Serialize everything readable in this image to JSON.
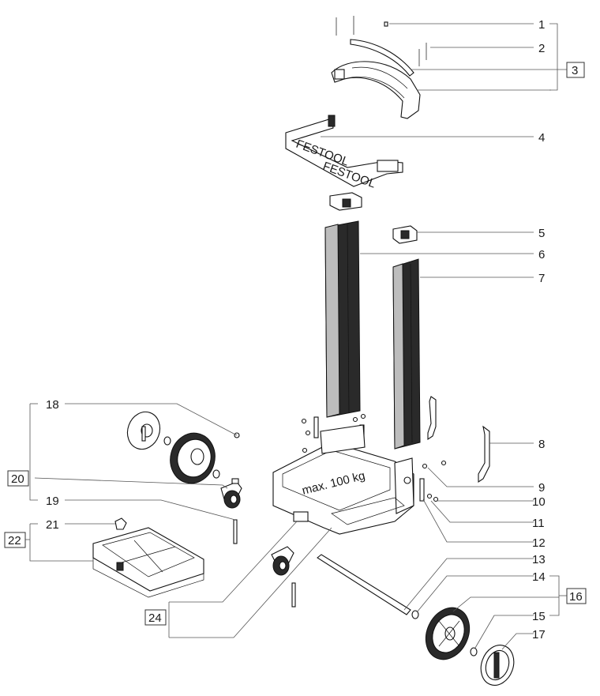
{
  "callouts": {
    "c1": "1",
    "c2": "2",
    "c3": "3",
    "c4": "4",
    "c5": "5",
    "c6": "6",
    "c7": "7",
    "c8": "8",
    "c9": "9",
    "c10": "10",
    "c11": "11",
    "c12": "12",
    "c13": "13",
    "c14": "14",
    "c15": "15",
    "c16": "16",
    "c17": "17",
    "c18": "18",
    "c19": "19",
    "c20": "20",
    "c21": "21",
    "c22": "22",
    "c24": "24"
  },
  "part_markings": {
    "strap_brand_1": "FESTOOL",
    "strap_brand_2": "FESTOOL",
    "base_load": "max. 100 kg"
  }
}
